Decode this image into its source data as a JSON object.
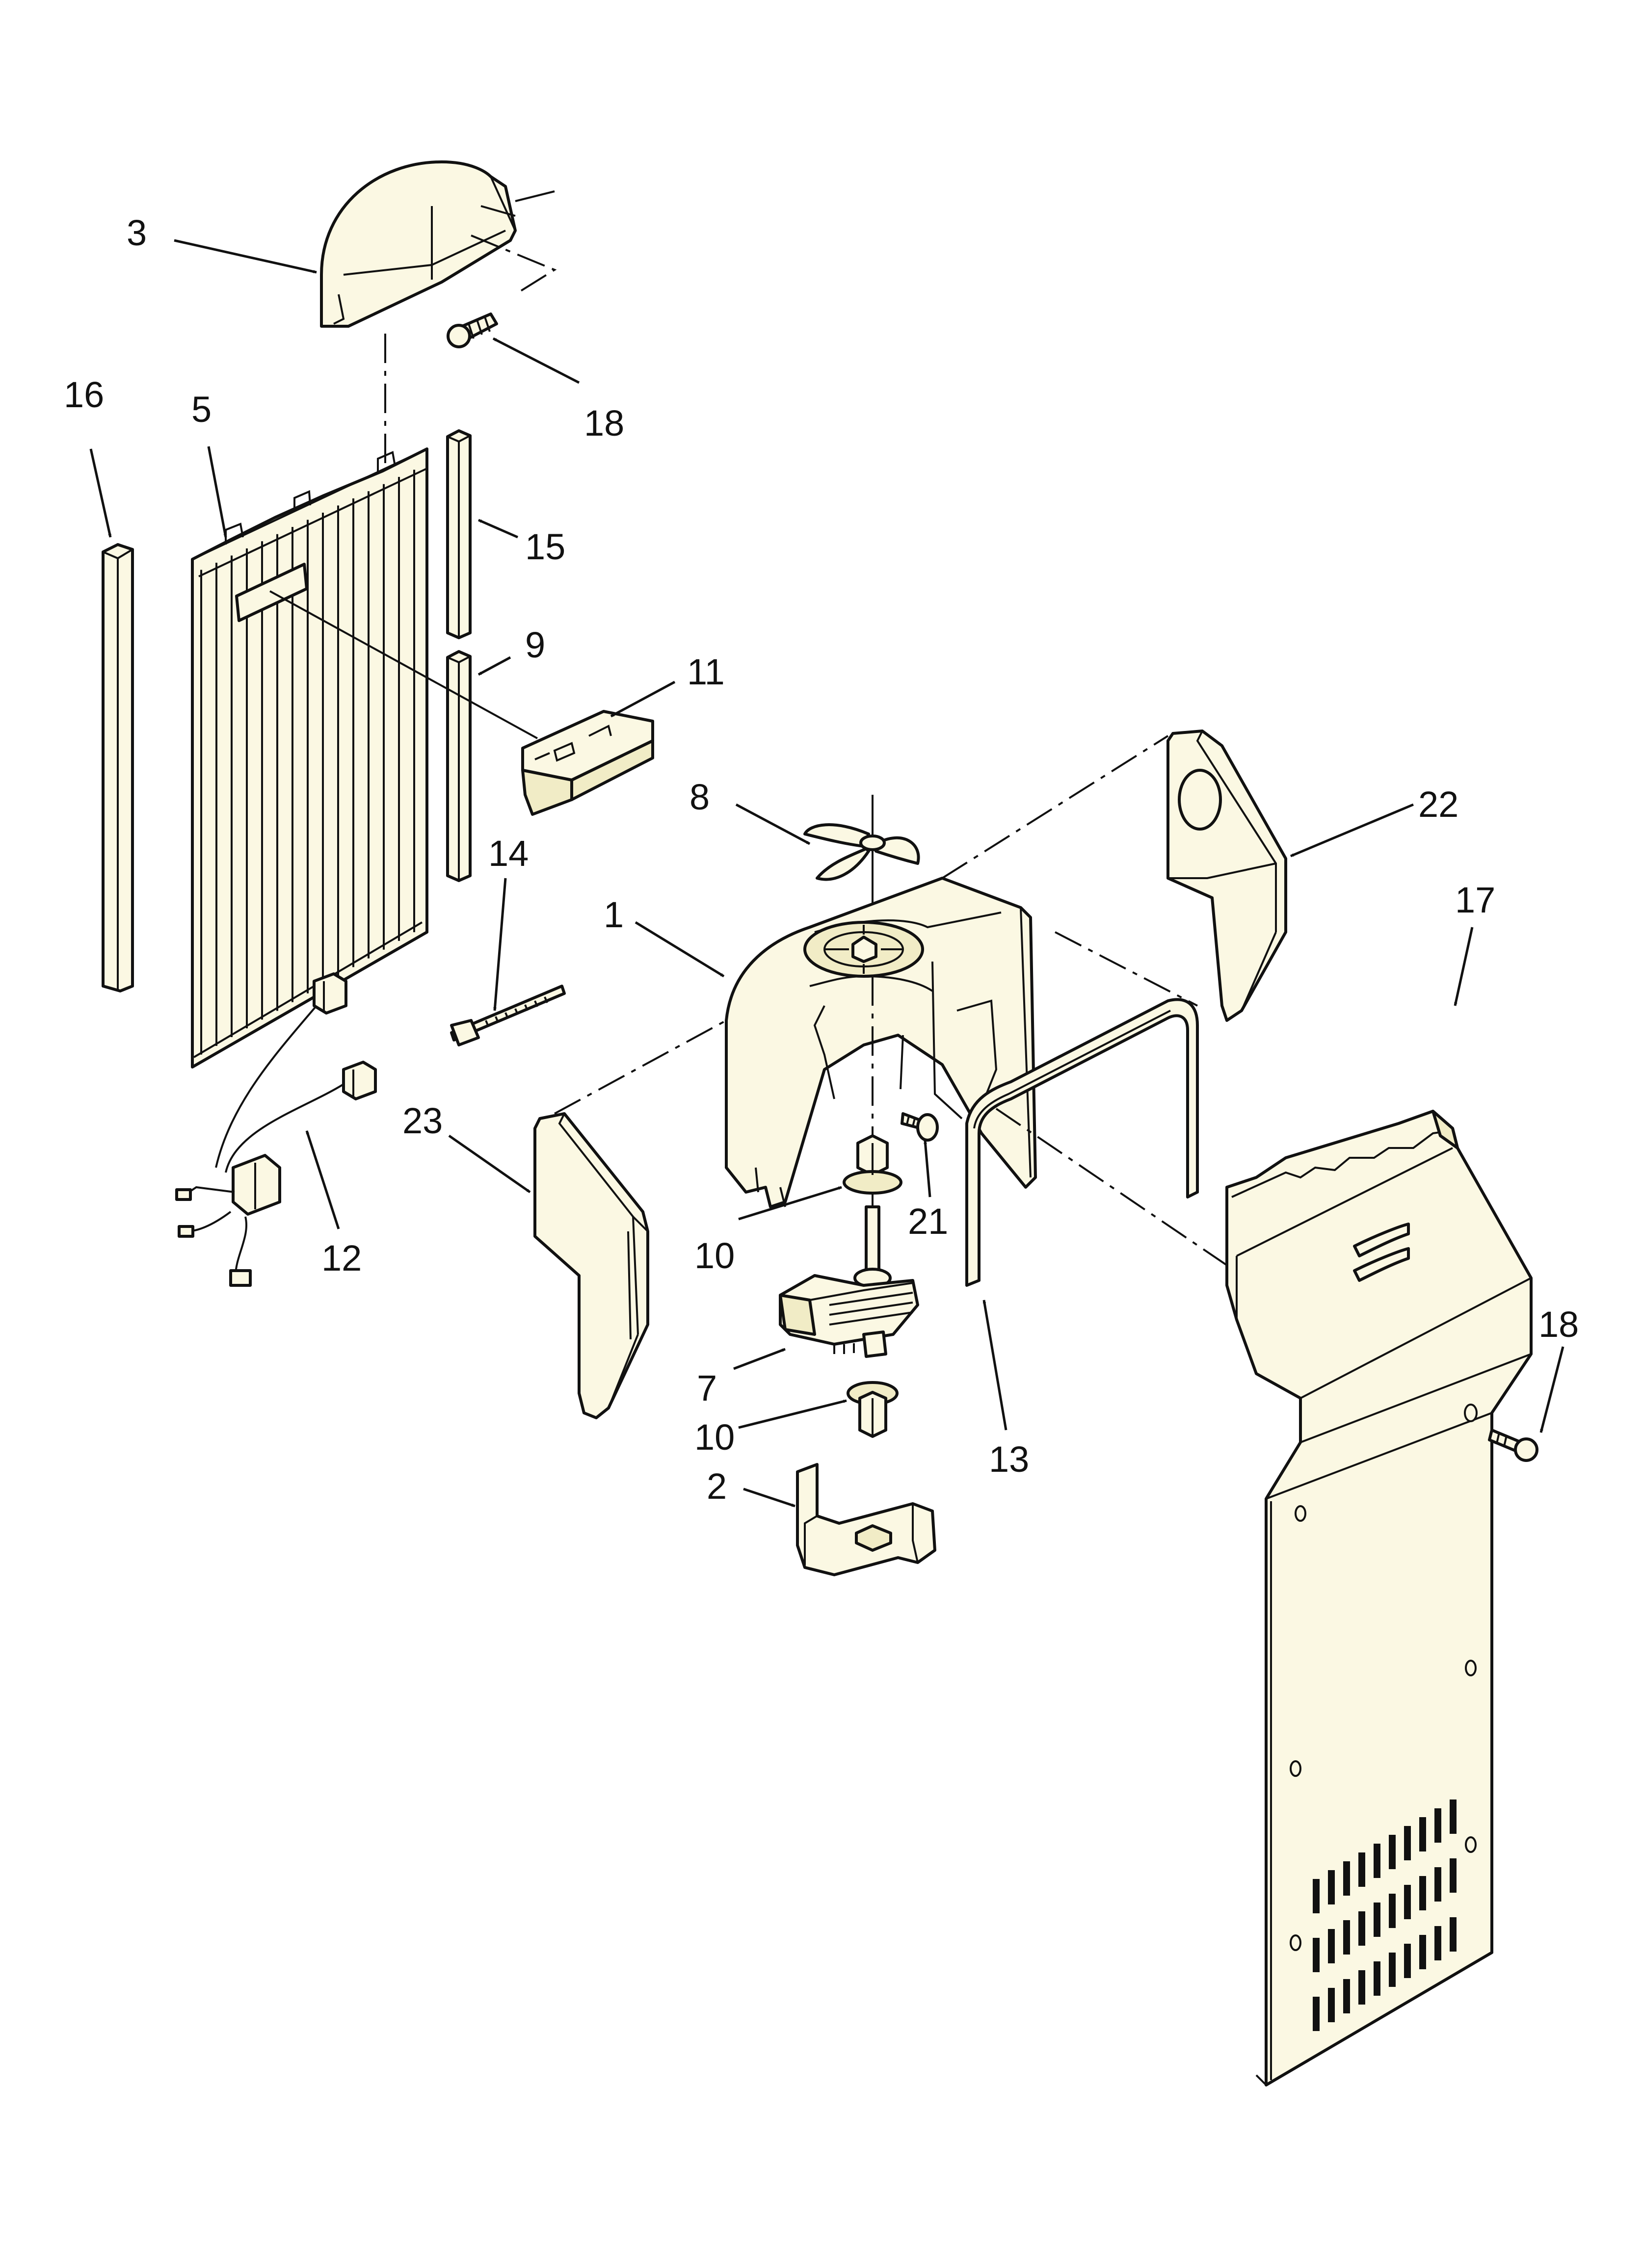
{
  "callouts": {
    "c1": "1",
    "c2": "2",
    "c3": "3",
    "c5": "5",
    "c7": "7",
    "c8": "8",
    "c9": "9",
    "c10a": "10",
    "c10b": "10",
    "c11": "11",
    "c12": "12",
    "c13": "13",
    "c14": "14",
    "c15": "15",
    "c16": "16",
    "c17": "17",
    "c18a": "18",
    "c18b": "18",
    "c21": "21",
    "c22": "22",
    "c23": "23"
  },
  "colors": {
    "part_fill": "#fbf8e3",
    "line": "#111111"
  }
}
